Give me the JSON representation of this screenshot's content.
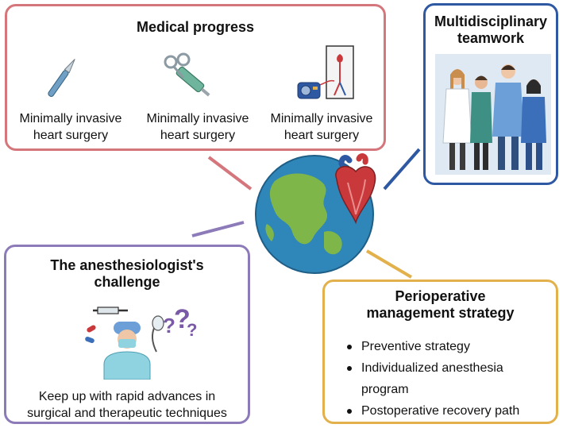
{
  "medical": {
    "title": "Medical progress",
    "items": [
      {
        "icon": "scalpel-icon",
        "line1": "Minimally invasive",
        "line2": "heart surgery"
      },
      {
        "icon": "surgical-stapler-icon",
        "line1": "Minimally invasive",
        "line2": "heart surgery"
      },
      {
        "icon": "ecmo-machine-icon",
        "line1": "Minimally invasive",
        "line2": "heart surgery"
      }
    ]
  },
  "team": {
    "title_line1": "Multidisciplinary",
    "title_line2": "teamwork",
    "image": "medical-team-illustration"
  },
  "anesth": {
    "title_line1": "The anesthesiologist's",
    "title_line2": "challenge",
    "caption_line1": "Keep up with rapid advances in",
    "caption_line2": "surgical and therapeutic techniques",
    "image": "anesthesiologist-with-question-marks-illustration"
  },
  "periop": {
    "title_line1": "Perioperative",
    "title_line2": "management strategy",
    "items": [
      {
        "text": "Preventive strategy"
      },
      {
        "text": "Individualized anesthesia"
      },
      {
        "text": "program",
        "continuation": true
      },
      {
        "text": "Postoperative recovery path"
      }
    ]
  },
  "center": {
    "image": "globe-with-heart-illustration"
  },
  "colors": {
    "medical": "#d4767c",
    "team": "#2f58a3",
    "anesth": "#8d7bb9",
    "periop": "#e3b14b"
  }
}
